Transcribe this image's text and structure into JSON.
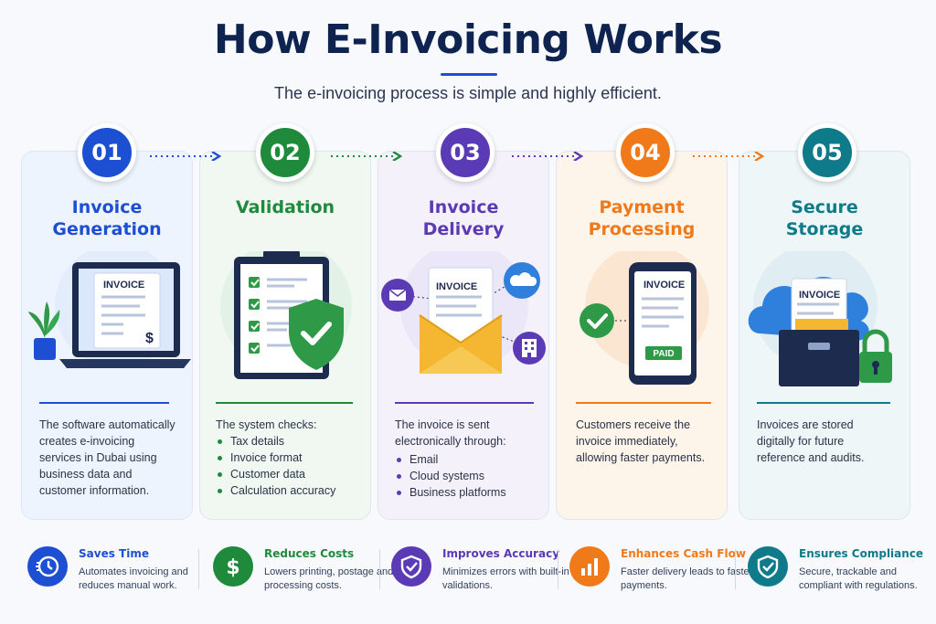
{
  "header": {
    "title": "How E-Invoicing Works",
    "subtitle": "The e-invoicing process is simple and highly efficient."
  },
  "colors": {
    "blue": "#1c4fd1",
    "green": "#1f8a3b",
    "purple": "#5a3bb5",
    "orange": "#f07a1a",
    "teal": "#0f7a8a",
    "navy": "#0f2350"
  },
  "steps": [
    {
      "number": "01",
      "title": "Invoice\nGeneration",
      "doc_label": "INVOICE",
      "description": "The software automatically creates e-invoicing services in Dubai using business data and customer information.",
      "bullets": []
    },
    {
      "number": "02",
      "title": "Validation",
      "doc_label": "",
      "description": "The system checks:",
      "bullets": [
        "Tax details",
        "Invoice format",
        "Customer data",
        "Calculation accuracy"
      ]
    },
    {
      "number": "03",
      "title": "Invoice\nDelivery",
      "doc_label": "INVOICE",
      "description": "The invoice is sent electronically through:",
      "bullets": [
        "Email",
        "Cloud systems",
        "Business platforms"
      ]
    },
    {
      "number": "04",
      "title": "Payment\nProcessing",
      "doc_label": "INVOICE",
      "paid_label": "PAID",
      "description": "Customers receive the invoice immediately, allowing faster payments.",
      "bullets": []
    },
    {
      "number": "05",
      "title": "Secure\nStorage",
      "doc_label": "INVOICE",
      "description": "Invoices are stored digitally for future reference and audits.",
      "bullets": []
    }
  ],
  "benefits": [
    {
      "title": "Saves Time",
      "text": "Automates invoicing and reduces manual work.",
      "icon": "clock-icon"
    },
    {
      "title": "Reduces Costs",
      "text": "Lowers printing, postage and processing costs.",
      "icon": "dollar-icon"
    },
    {
      "title": "Improves Accuracy",
      "text": "Minimizes errors with built-in validations.",
      "icon": "shield-check-icon"
    },
    {
      "title": "Enhances Cash Flow",
      "text": "Faster delivery leads to faster payments.",
      "icon": "bar-chart-icon"
    },
    {
      "title": "Ensures Compliance",
      "text": "Secure, trackable and compliant with regulations.",
      "icon": "shield-check-icon"
    }
  ]
}
